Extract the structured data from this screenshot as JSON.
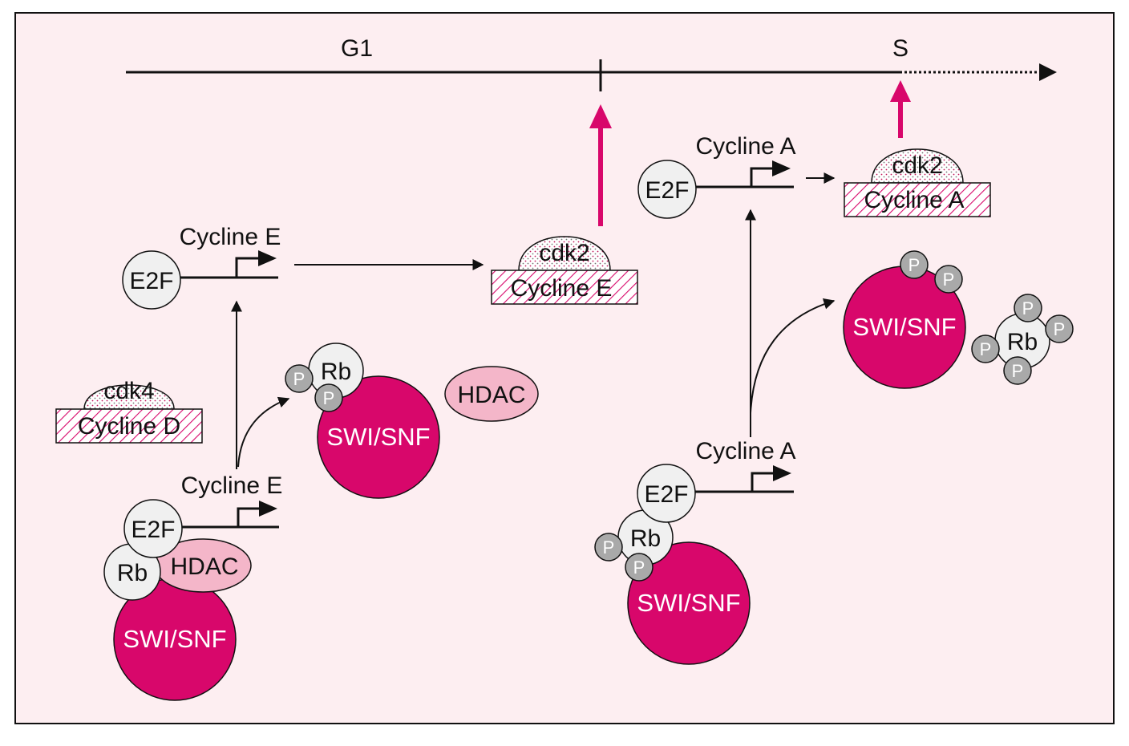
{
  "colors": {
    "background": "#fdeef1",
    "magenta": "#d8076b",
    "hdac_fill": "#f4b6c9",
    "protein_fill": "#f0f0f0",
    "phosphate_fill": "#a9a9a9",
    "line": "#111111"
  },
  "timeline": {
    "g1_label": "G1",
    "s_label": "S"
  },
  "labels": {
    "cycline_e": "Cycline E",
    "cycline_a": "Cycline A",
    "cycline_d": "Cycline D",
    "e2f": "E2F",
    "rb": "Rb",
    "hdac": "HDAC",
    "swi_snf": "SWI/SNF",
    "cdk2": "cdk2",
    "cdk4": "cdk4",
    "phosphate": "P"
  }
}
